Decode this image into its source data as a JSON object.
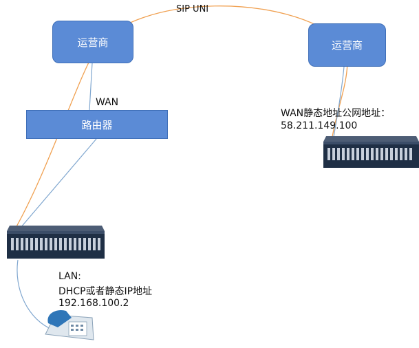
{
  "diagram": {
    "link_label": "SIP UNI",
    "carrier_left": {
      "label": "运营商"
    },
    "carrier_right": {
      "label": "运营商"
    },
    "router": {
      "label": "路由器"
    },
    "wan_label": "WAN",
    "gateway_right": {
      "wan_label": "WAN静态地址公网地址：",
      "wan_ip": "58.211.149.100"
    },
    "gateway_left": {
      "lan_label": "LAN:",
      "lan_desc": "DHCP或者静态IP地址",
      "lan_ip": "192.168.100.2"
    },
    "colors": {
      "sip_link": "#f0a050",
      "network_link": "#7fa6cf",
      "node_fill": "#5b8bd6",
      "device_body": "#1f2f45"
    },
    "icons": [
      "gateway-device-icon",
      "gateway-device-icon",
      "desk-phone-icon"
    ]
  }
}
